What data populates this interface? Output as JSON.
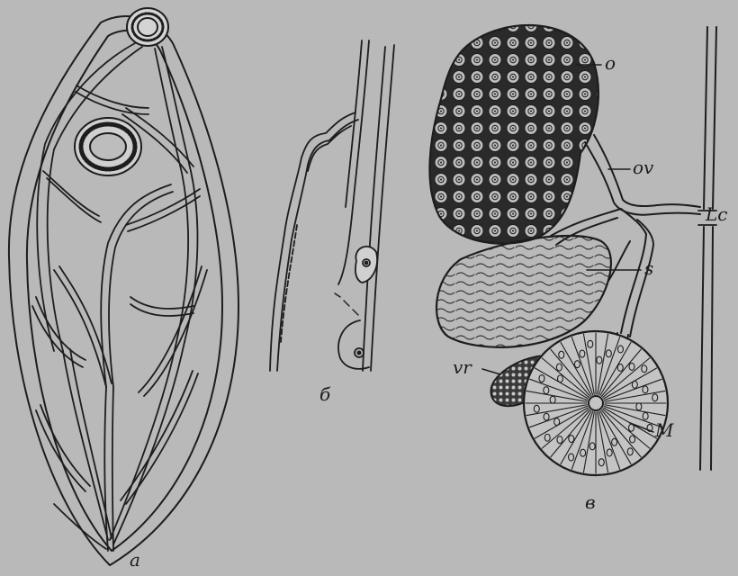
{
  "labels": {
    "panel_a": "a",
    "panel_b": "б",
    "panel_c": "в",
    "ovary": "o",
    "oviduct": "ov",
    "laurer_canal": "Lc",
    "seminal_receptacle": "s",
    "vitelline_reservoir": "vr",
    "mehlis_gland": "M"
  },
  "colors": {
    "background": "#b9b9b9",
    "ink": "#1d1d1d"
  }
}
